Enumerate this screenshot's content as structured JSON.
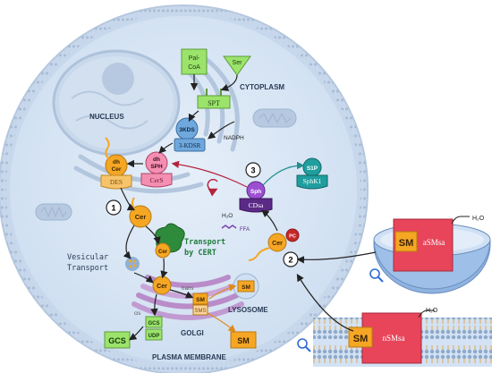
{
  "labels": {
    "cytoplasm": "CYTOPLASM",
    "nucleus": "NUCLEUS",
    "golgi": "GOLGI",
    "lysosome": "LYSOSOME",
    "plasma_membrane": "PLASMA MEMBRANE",
    "vesicular_transport_1": "Vesicular",
    "vesicular_transport_2": "Transport",
    "transport_cert_1": "Transport",
    "transport_cert_2": "by CERT",
    "cis": "cis",
    "trans": "trans",
    "nadph": "NADPH",
    "ffa": "FFA"
  },
  "nodes": {
    "palcoa_1": "Pal-",
    "palcoa_2": "CoA",
    "ser": "Ser",
    "spt": "SPT",
    "kds": "3KDS",
    "kdsr": "3-KDSR",
    "dhcer_1": "dh",
    "dhcer_2": "Cer",
    "des": "DES",
    "dhsph_1": "dh",
    "dhsph_2": "SPH",
    "cers": "CerS",
    "cer_main": "Cer",
    "cer_cert": "Cer",
    "cer_golgi": "Cer",
    "cer_right": "Cer",
    "pc": "PC",
    "sph": "Sph",
    "cdsa": "CDsa",
    "s1p": "S1P",
    "sphk1": "SphK1",
    "h2o_cdsa": "H₂O",
    "gcs_small": "GCS",
    "udp": "UDP",
    "gcs_big": "GCS",
    "sm_small": "SM",
    "sms": "SMS",
    "sm_golgi": "SM",
    "sm_lyso": "SM",
    "asmsa_sm": "SM",
    "asmsa": "aSMsa",
    "h2o_asmsa": "H₂O",
    "nsmsa_sm": "SM",
    "nsmsa": "nSMsa",
    "h2o_nsmsa": "H₂O"
  },
  "steps": {
    "one": "1",
    "two": "2",
    "three": "3"
  },
  "colors": {
    "cell_fill": "#dde9f7",
    "membrane": "#b9cbe0",
    "green": "#9be36b",
    "pink": "#f48fb1",
    "purple": "#5b2a86",
    "orange": "#f5a623",
    "teal": "#1f9e9e",
    "sm_red": "#e8455a",
    "blue_enzyme": "#6fa8dc"
  }
}
